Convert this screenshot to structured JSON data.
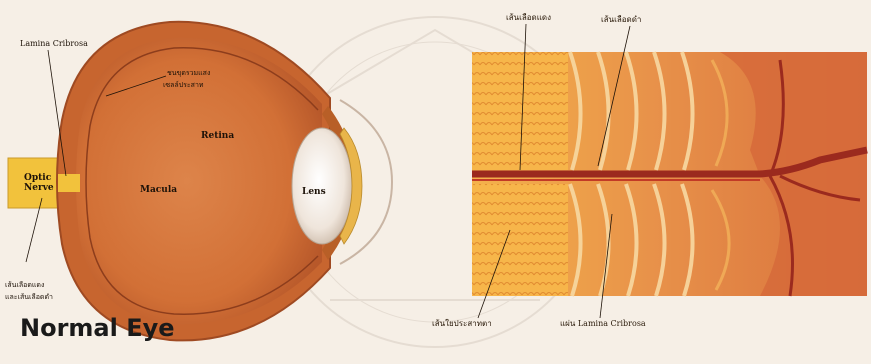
{
  "figure": {
    "title": "Normal Eye",
    "eye_labels": {
      "lamina_cribrosa": "Lamina Cribrosa",
      "optic_nerve": "Optic Nerve",
      "retina": "Retina",
      "macula": "Macula",
      "lens": "Lens",
      "retina_layer_1": "ชนขุดรวมแสง",
      "retina_layer_2": "เซลล์ประสาท",
      "nerve_fibers_1": "เส้นเลือดแดง",
      "nerve_fibers_2": "และเส้นเลือดดำ"
    },
    "closeup_labels": {
      "artery": "เส้นเลือดแดง",
      "vein": "เส้นเลือดดำ",
      "nerve_fibers": "เส้นใยประสาทตา",
      "lamina_plate": "แผ่น Lamina Cribrosa"
    }
  },
  "colors": {
    "background": "#f6efe6",
    "eyeball_outer": "#c8692f",
    "eyeball_inner": "#d97a42",
    "nerve": "#f3c23a",
    "lens": "#efe7df",
    "closeup_base": "#e58a3c",
    "closeup_fibers": "#f7b144"
  }
}
